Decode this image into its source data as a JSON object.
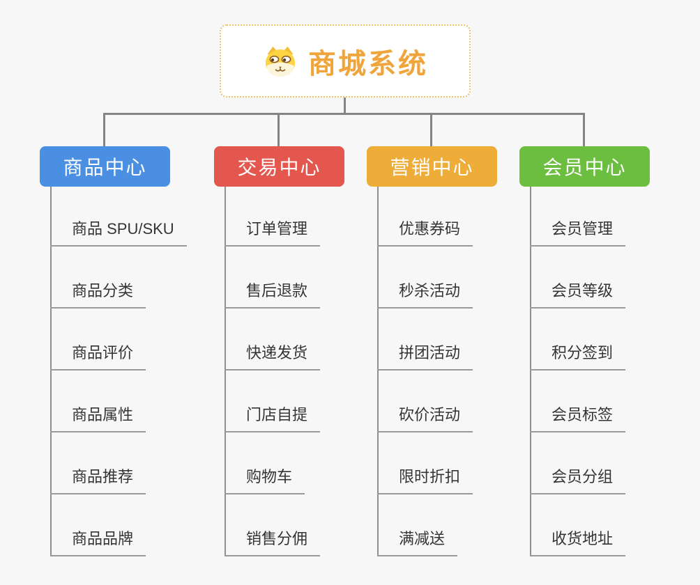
{
  "root": {
    "title": "商城系统",
    "icon": "dog-face-icon",
    "title_color": "#f0a53c",
    "border_color": "#f3c06b"
  },
  "connector_color": "#848484",
  "leaf_line_color": "#999999",
  "leaf_text_color": "#333333",
  "background_color": "#f7f7f7",
  "branches": [
    {
      "label": "商品中心",
      "color": "#4b8fe2",
      "children": [
        "商品 SPU/SKU",
        "商品分类",
        "商品评价",
        "商品属性",
        "商品推荐",
        "商品品牌"
      ]
    },
    {
      "label": "交易中心",
      "color": "#e4574f",
      "children": [
        "订单管理",
        "售后退款",
        "快递发货",
        "门店自提",
        "购物车",
        "销售分佣"
      ]
    },
    {
      "label": "营销中心",
      "color": "#eeac38",
      "children": [
        "优惠券码",
        "秒杀活动",
        "拼团活动",
        "砍价活动",
        "限时折扣",
        "满减送"
      ]
    },
    {
      "label": "会员中心",
      "color": "#6cbe41",
      "children": [
        "会员管理",
        "会员等级",
        "积分签到",
        "会员标签",
        "会员分组",
        "收货地址"
      ]
    }
  ]
}
